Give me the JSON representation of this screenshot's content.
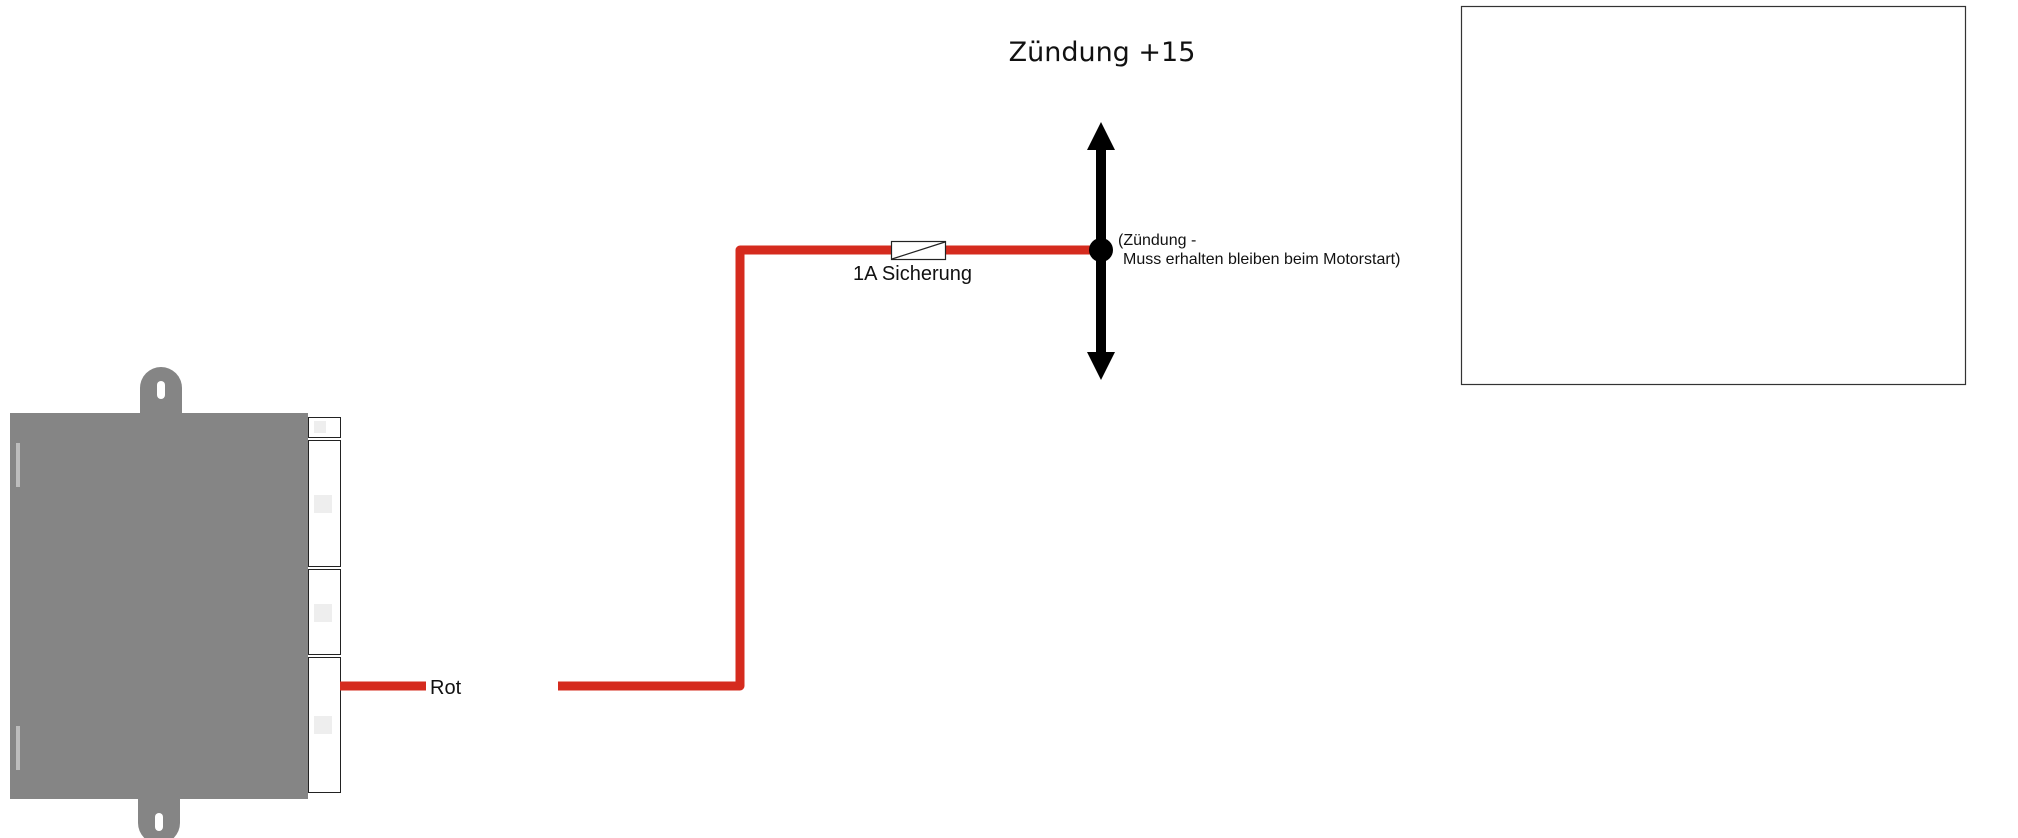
{
  "title": "Zündung +15",
  "wire": {
    "label": "Rot",
    "color": "#d52b1e"
  },
  "fuse": {
    "label": "1A Sicherung"
  },
  "ignition_line": {
    "color": "#000000",
    "note_line1": "(Zündung -",
    "note_line2": "Muss erhalten bleiben beim Motorstart)"
  },
  "module": {
    "color": "#858585",
    "connector_color": "#ffffff"
  }
}
